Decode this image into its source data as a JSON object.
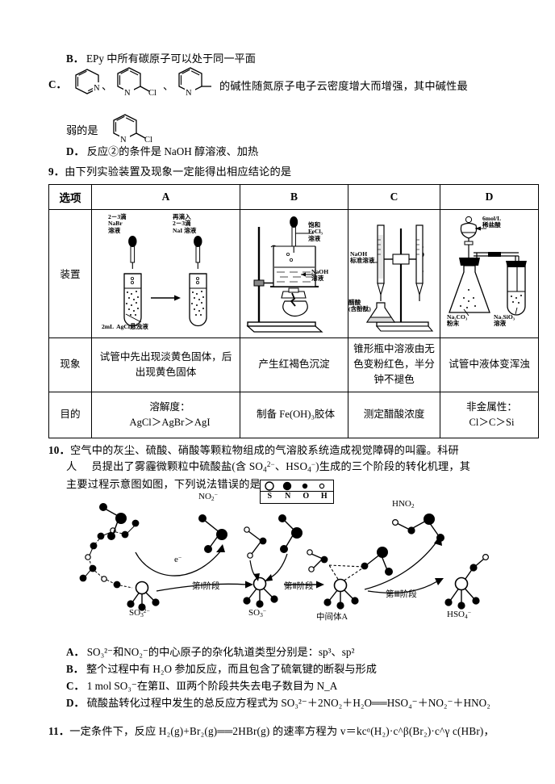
{
  "page": {
    "bg": "#ffffff",
    "ink": "#000000"
  },
  "q8": {
    "option_b": {
      "label": "B．",
      "text": "EPy 中所有碳原子可以处于同一平面"
    },
    "option_c": {
      "label": "C．",
      "sep1": "、",
      "sep2": "、",
      "text": "的碱性随氮原子电子云密度增大而增强，其中碱性最",
      "text2": "弱的是",
      "structures": [
        {
          "name": "pyridine",
          "n_label": "N",
          "substituent": ""
        },
        {
          "name": "2-chloropyridine",
          "n_label": "N",
          "substituent": "Cl"
        },
        {
          "name": "2-methylpyridine",
          "n_label": "N",
          "substituent": ""
        },
        {
          "name": "2-chloropyridine-answer",
          "n_label": "N",
          "substituent": "Cl"
        }
      ]
    },
    "option_d": {
      "label": "D．",
      "text": "反应②的条件是 NaOH 醇溶液、加热"
    }
  },
  "q9": {
    "number": "9．",
    "stem": "由下列实验装置及现象一定能得出相应结论的是",
    "table": {
      "row_labels": [
        "选项",
        "装置",
        "现象",
        "目的"
      ],
      "columns": [
        "A",
        "B",
        "C",
        "D"
      ],
      "apparatus_labels": {
        "A": [
          "2－3滴\nNaBr\n溶液",
          "再滴入\n2－3滴\nNaI 溶液",
          "2mL  AgCl悬浊液"
        ],
        "B": [
          "饱和\nFeCl₃\n溶液",
          "NaOH\n溶液"
        ],
        "C": [
          "NaOH\n标准溶液",
          "醋酸\n(含酚酞)"
        ],
        "D": [
          "6mol/L\n稀盐酸",
          "Na₂CO₃\n粉末",
          "Na₂SiO₃\n溶液"
        ]
      },
      "phenomena": [
        "试管中先出现淡黄色固体，后出现黄色固体",
        "产生红褐色沉淀",
        "锥形瓶中溶液由无色变粉红色，半分钟不褪色",
        "试管中液体变浑浊"
      ],
      "purposes": [
        "溶解度：\nAgCl＞AgBr＞AgI",
        "制备 Fe(OH)₃胶体",
        "测定醋酸浓度",
        "非金属性：\nCl＞C＞Si"
      ]
    }
  },
  "q10": {
    "number": "10．",
    "stem_line1": "空气中的灰尘、硫酸、硝酸等颗粒物组成的气溶胶系统造成视觉障碍的叫霾。科研",
    "stem_line2_a": "人",
    "stem_line2_b": "员提出了雾霾微颗粒中硫酸盐(含 SO",
    "stem_line2_c": "、HSO",
    "stem_line2_d": ")生成的三个阶段的转化机理，其",
    "stem_line3": "主要过程示意图如图，下列说法错误的是",
    "legend": {
      "symbols": [
        "S",
        "N",
        "O",
        "H"
      ],
      "glyphs": [
        "large-open-circle",
        "large-filled-circle",
        "small-filled-circle",
        "small-open-circle"
      ]
    },
    "figure_labels": {
      "no2": "NO",
      "no2_sub": "2",
      "no2_sup": "−",
      "so3_2minus": "SO",
      "so3_2minus_sub": "3",
      "so3_2minus_sup": "2−",
      "electron": "e",
      "electron_sup": "−",
      "stage1": "第Ⅰ阶段",
      "so3_minus": "SO",
      "so3_minus_sub": "3",
      "so3_minus_sup": "−",
      "stage2": "第Ⅱ阶段",
      "intermediate": "中间体A",
      "hno2": "HNO",
      "hno2_sub": "2",
      "stage3": "第Ⅲ阶段",
      "hso4": "HSO",
      "hso4_sub": "4",
      "hso4_sup": "−"
    },
    "options": [
      {
        "label": "A．",
        "text": "SO₃²⁻和NO₂⁻的中心原子的杂化轨道类型分别是：sp³、sp²"
      },
      {
        "label": "B．",
        "text": "整个过程中有 H₂O 参加反应，而且包含了硫氧键的断裂与形成"
      },
      {
        "label": "C．",
        "text": "1 mol SO₃⁻在第Ⅱ、Ⅲ两个阶段共失去电子数目为 N_A"
      },
      {
        "label": "D．",
        "text": "硫酸盐转化过程中发生的总反应方程式为 SO₃²⁻＋2NO₂＋H₂O══HSO₄⁻＋NO₂⁻＋HNO₂"
      }
    ]
  },
  "q11": {
    "number": "11．",
    "text": "一定条件下，反应 H₂(g)+Br₂(g)══2HBr(g) 的速率方程为 v＝kcᵅ(H₂)·c^β(Br₂)·c^γ c(HBr)，"
  }
}
